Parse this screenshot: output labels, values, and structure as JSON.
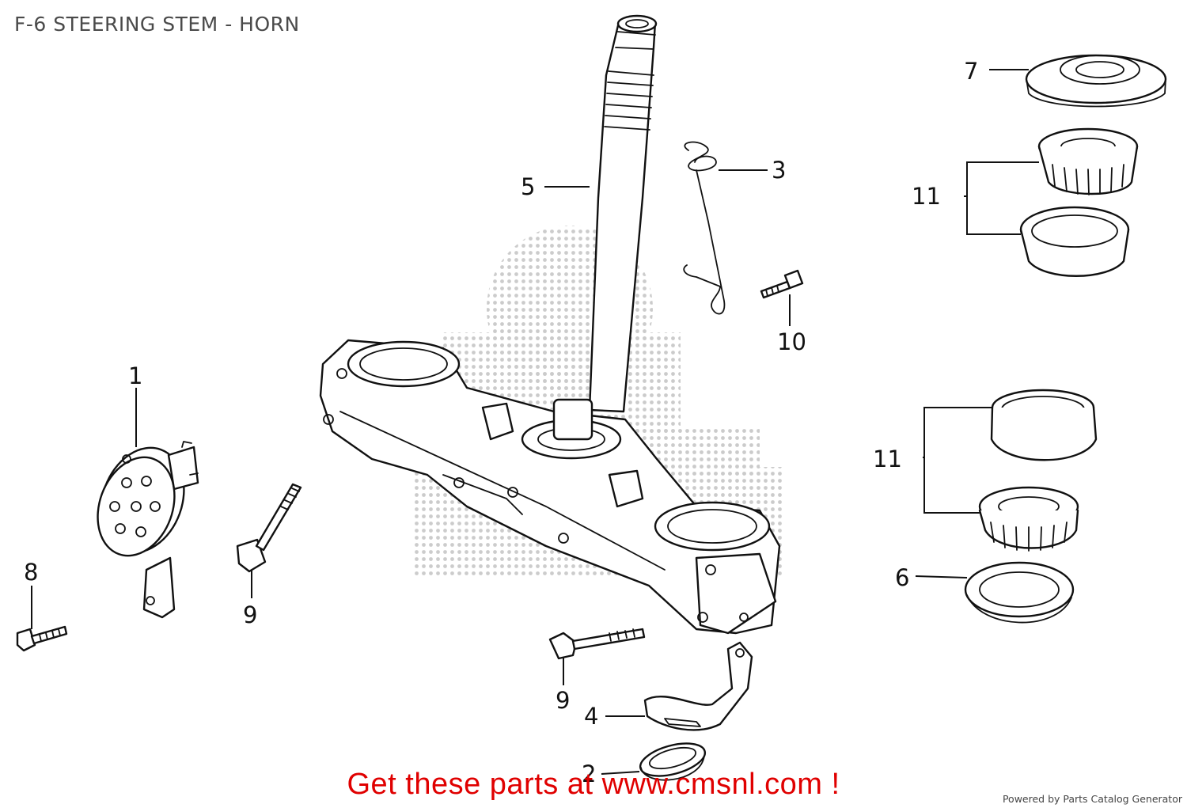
{
  "title": "F-6 STEERING STEM - HORN",
  "callouts": {
    "c1": "1",
    "c2": "2",
    "c3": "3",
    "c4": "4",
    "c5": "5",
    "c6": "6",
    "c7": "7",
    "c8": "8",
    "c9a": "9",
    "c9b": "9",
    "c10": "10",
    "c11a": "11",
    "c11b": "11"
  },
  "footer": {
    "cta": "Get these parts at www.cmsnl.com !",
    "powered_by": "Powered by Parts Catalog Generator"
  },
  "colors": {
    "cta": "#e00000",
    "line": "#111111",
    "watermark": "#c8c8c8"
  }
}
